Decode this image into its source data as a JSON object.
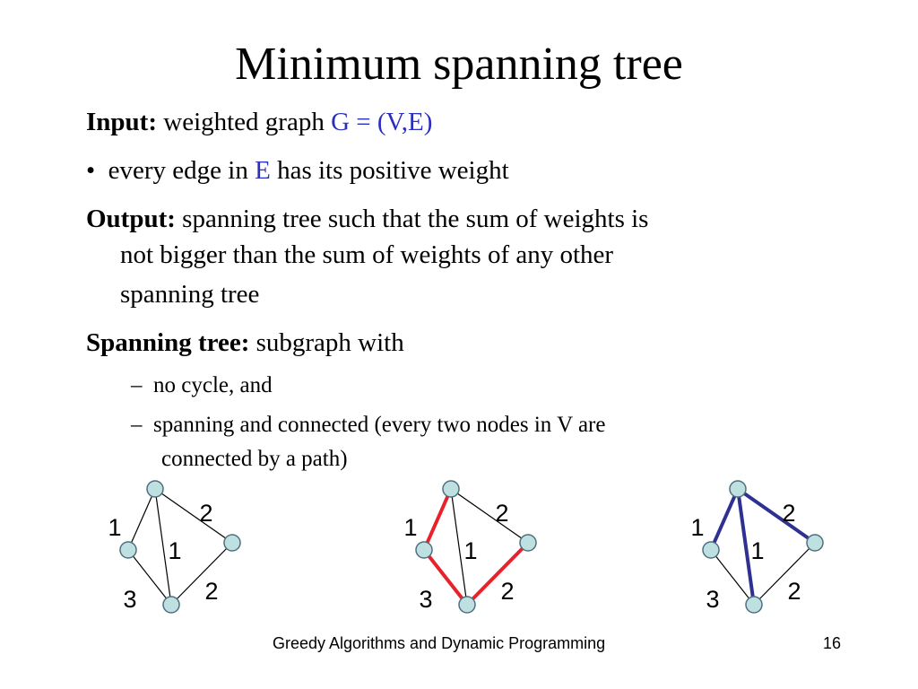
{
  "slide": {
    "title": "Minimum spanning tree",
    "input_label": "Input:",
    "input_text": "weighted graph",
    "input_graph": "G = (V,E)",
    "bullet1_marker": "•",
    "bullet1_pre": "every edge in",
    "bullet1_E": "E",
    "bullet1_post": "has its positive weight",
    "output_label": "Output:",
    "output_line1": "spanning tree such that the sum of weights is",
    "output_line2": "not bigger than the sum of weights of any other",
    "output_line3": "spanning tree",
    "spanning_label": "Spanning tree:",
    "spanning_text": "subgraph with",
    "dash": "–",
    "sub1": "no cycle, and",
    "sub2_line1": "spanning and connected (every two nodes in V are",
    "sub2_line2": "connected by a path)"
  },
  "graphs": {
    "edge_weights": {
      "left_top": "1",
      "right_top": "2",
      "diagonal": "1",
      "left_bottom": "3",
      "right_bottom": "2"
    },
    "colors": {
      "node_fill": "#bfe0e0",
      "node_stroke": "#4f6f7f",
      "edge_default": "#000000",
      "highlight_red": "#e8222a",
      "highlight_blue": "#2e3192"
    },
    "highlighted": [
      [],
      [
        "left_top",
        "left_bottom",
        "right_bottom"
      ],
      [
        "left_top",
        "right_top",
        "diagonal"
      ]
    ]
  },
  "footer": {
    "text": "Greedy Algorithms and Dynamic Programming",
    "page": "16"
  }
}
